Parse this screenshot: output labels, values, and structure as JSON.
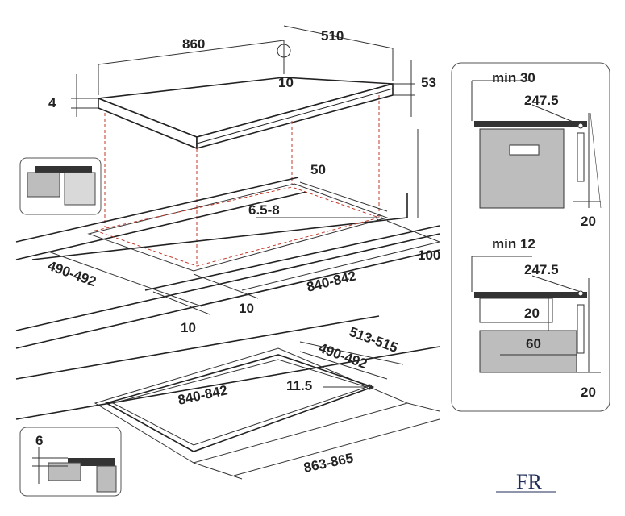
{
  "top_view": {
    "width_label": "860",
    "depth_label": "510",
    "thickness_label": "4",
    "total_height_label": "53",
    "center_label": "10"
  },
  "cutout_view": {
    "edge_label": "50",
    "corner_radius_label": "6.5-8",
    "depth_label": "490-492",
    "width_label": "840-842",
    "rear_gap_label": "100",
    "gap_label_1": "10",
    "gap_label_2": "10"
  },
  "flush_view": {
    "outer_depth_label": "513-515",
    "inner_depth_label": "490-492",
    "inner_width_label": "840-842",
    "corner_radius_label": "11.5",
    "outer_width_label": "863-865"
  },
  "side_view_oven": {
    "min_label": "min 30",
    "dim_label": "247.5",
    "wall_label": "20"
  },
  "side_view_drawer": {
    "min_label": "min 12",
    "dim_label": "247.5",
    "gap_label": "20",
    "drawer_label": "60",
    "wall_label": "20"
  },
  "detail_flush": {
    "recess_label": "6"
  },
  "logo": {
    "text": "FR"
  }
}
